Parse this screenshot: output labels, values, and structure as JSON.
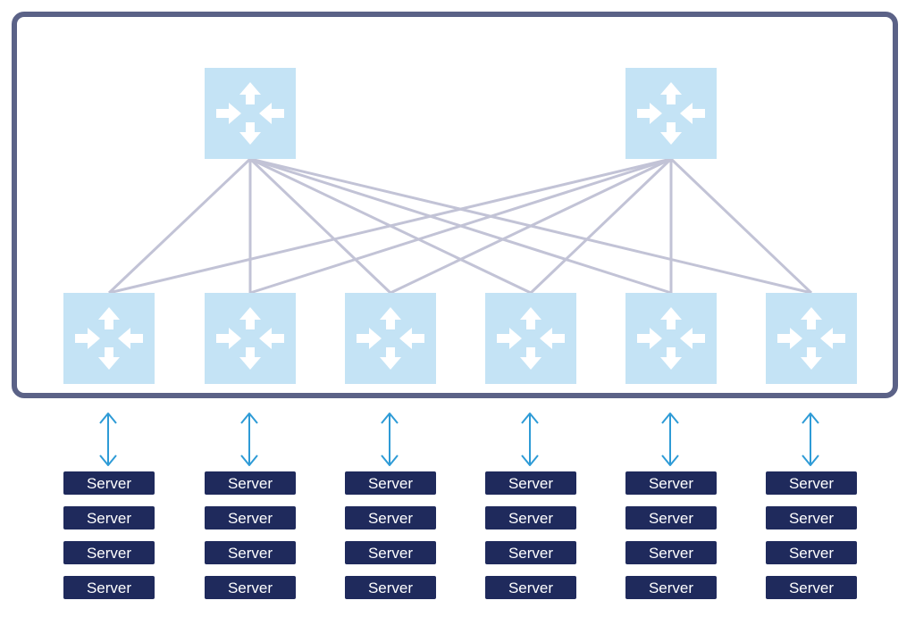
{
  "colors": {
    "frame": "#5b6287",
    "switch_fill": "#c4e3f5",
    "switch_arrows": "#ffffff",
    "link": "#c2c3d6",
    "uplink_arrow": "#2e9bd6",
    "server_fill": "#1f2a5c",
    "server_text": "#ffffff"
  },
  "spine_switches": [
    {
      "id": "spine-1",
      "icon": "switch-arrows-icon"
    },
    {
      "id": "spine-2",
      "icon": "switch-arrows-icon"
    }
  ],
  "leaf_switches": [
    {
      "id": "leaf-1",
      "icon": "switch-arrows-icon"
    },
    {
      "id": "leaf-2",
      "icon": "switch-arrows-icon"
    },
    {
      "id": "leaf-3",
      "icon": "switch-arrows-icon"
    },
    {
      "id": "leaf-4",
      "icon": "switch-arrows-icon"
    },
    {
      "id": "leaf-5",
      "icon": "switch-arrows-icon"
    },
    {
      "id": "leaf-6",
      "icon": "switch-arrows-icon"
    }
  ],
  "racks": [
    {
      "servers": [
        "Server",
        "Server",
        "Server",
        "Server"
      ]
    },
    {
      "servers": [
        "Server",
        "Server",
        "Server",
        "Server"
      ]
    },
    {
      "servers": [
        "Server",
        "Server",
        "Server",
        "Server"
      ]
    },
    {
      "servers": [
        "Server",
        "Server",
        "Server",
        "Server"
      ]
    },
    {
      "servers": [
        "Server",
        "Server",
        "Server",
        "Server"
      ]
    },
    {
      "servers": [
        "Server",
        "Server",
        "Server",
        "Server"
      ]
    }
  ],
  "links": "full-mesh spine-to-leaf"
}
